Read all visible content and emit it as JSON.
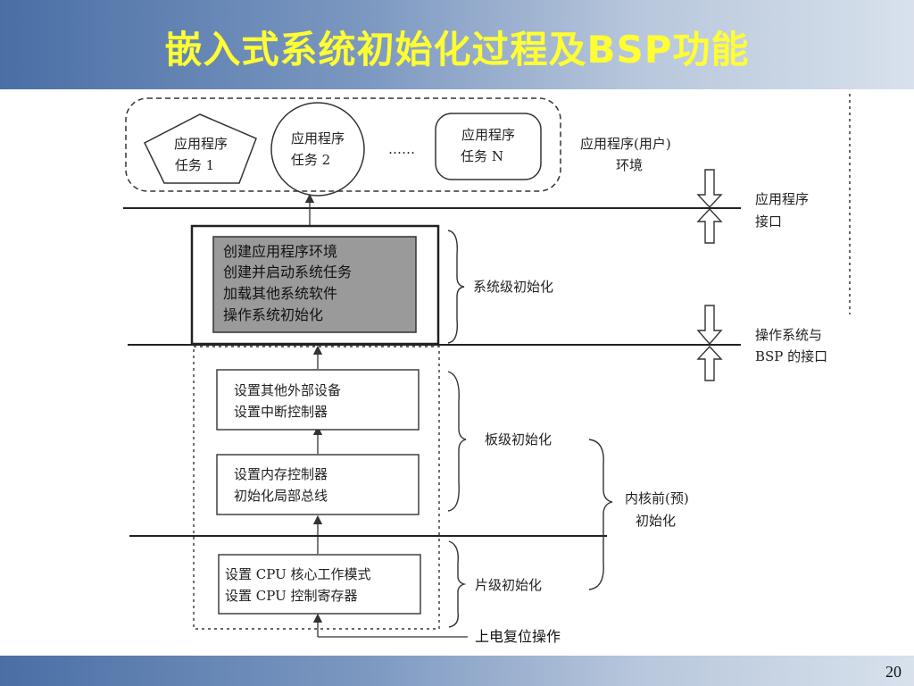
{
  "slide": {
    "title": "嵌入式系统初始化过程及BSP功能",
    "page_number": "20"
  },
  "diagram": {
    "tasks": [
      {
        "line1": "应用程序",
        "line2": "任务 1"
      },
      {
        "line1": "应用程序",
        "line2": "任务 2"
      },
      {
        "line1": "应用程序",
        "line2": "任务 N"
      }
    ],
    "ellipsis": "……",
    "app_env": {
      "line1": "应用程序(用户)",
      "line2": "环境"
    },
    "app_interface": {
      "line1": "应用程序",
      "line2": "接口"
    },
    "os_bsp_interface": {
      "line1": "操作系统与",
      "line2": "BSP 的接口"
    },
    "system_box": [
      "创建应用程序环境",
      "创建并启动系统任务",
      "加载其他系统软件",
      "操作系统初始化"
    ],
    "system_label": "系统级初始化",
    "board_box1": [
      "设置其他外部设备",
      "设置中断控制器"
    ],
    "board_box2": [
      "设置内存控制器",
      "初始化局部总线"
    ],
    "board_label": "板级初始化",
    "kernel_pre": {
      "line1": "内核前(预)",
      "line2": "初始化"
    },
    "chip_box": [
      "设置 CPU 核心工作模式",
      "设置 CPU 控制寄存器"
    ],
    "chip_label": "片级初始化",
    "power_on": "上电复位操作"
  }
}
